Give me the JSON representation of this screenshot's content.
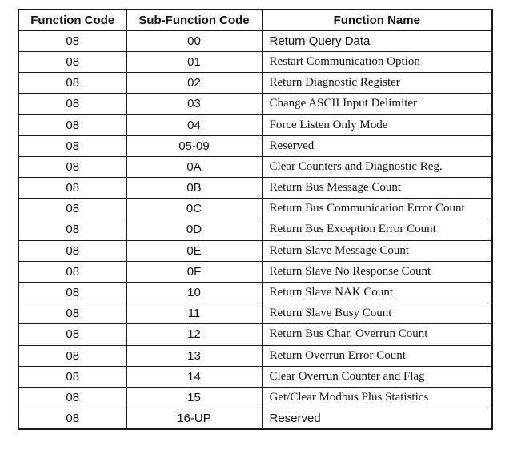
{
  "table": {
    "headers": [
      "Function Code",
      "Sub-Function Code",
      "Function Name"
    ],
    "rows": [
      {
        "function_code": "08",
        "sub_function_code": "00",
        "function_name": "Return Query Data",
        "name_style": "sans"
      },
      {
        "function_code": "08",
        "sub_function_code": "01",
        "function_name": "Restart Communication Option",
        "name_style": "serif"
      },
      {
        "function_code": "08",
        "sub_function_code": "02",
        "function_name": "Return Diagnostic Register",
        "name_style": "serif"
      },
      {
        "function_code": "08",
        "sub_function_code": "03",
        "function_name": "Change ASCII Input Delimiter",
        "name_style": "serif"
      },
      {
        "function_code": "08",
        "sub_function_code": "04",
        "function_name": "Force Listen Only Mode",
        "name_style": "serif"
      },
      {
        "function_code": "08",
        "sub_function_code": "05-09",
        "function_name": "Reserved",
        "name_style": "serif"
      },
      {
        "function_code": "08",
        "sub_function_code": "0A",
        "function_name": "Clear Counters and Diagnostic Reg.",
        "name_style": "serif"
      },
      {
        "function_code": "08",
        "sub_function_code": "0B",
        "function_name": "Return Bus Message Count",
        "name_style": "serif"
      },
      {
        "function_code": "08",
        "sub_function_code": "0C",
        "function_name": "Return Bus Communication Error Count",
        "name_style": "serif"
      },
      {
        "function_code": "08",
        "sub_function_code": "0D",
        "function_name": "Return Bus Exception Error Count",
        "name_style": "serif"
      },
      {
        "function_code": "08",
        "sub_function_code": "0E",
        "function_name": "Return Slave Message Count",
        "name_style": "serif"
      },
      {
        "function_code": "08",
        "sub_function_code": "0F",
        "function_name": "Return Slave No Response Count",
        "name_style": "serif"
      },
      {
        "function_code": "08",
        "sub_function_code": "10",
        "function_name": "Return Slave NAK Count",
        "name_style": "serif"
      },
      {
        "function_code": "08",
        "sub_function_code": "11",
        "function_name": "Return Slave Busy Count",
        "name_style": "serif"
      },
      {
        "function_code": "08",
        "sub_function_code": "12",
        "function_name": "Return Bus Char. Overrun Count",
        "name_style": "serif"
      },
      {
        "function_code": "08",
        "sub_function_code": "13",
        "function_name": "Return Overrun Error Count",
        "name_style": "serif"
      },
      {
        "function_code": "08",
        "sub_function_code": "14",
        "function_name": "Clear Overrun Counter and Flag",
        "name_style": "serif"
      },
      {
        "function_code": "08",
        "sub_function_code": "15",
        "function_name": "Get/Clear Modbus Plus Statistics",
        "name_style": "serif"
      },
      {
        "function_code": "08",
        "sub_function_code": "16-UP",
        "function_name": "Reserved",
        "name_style": "sans"
      }
    ]
  }
}
